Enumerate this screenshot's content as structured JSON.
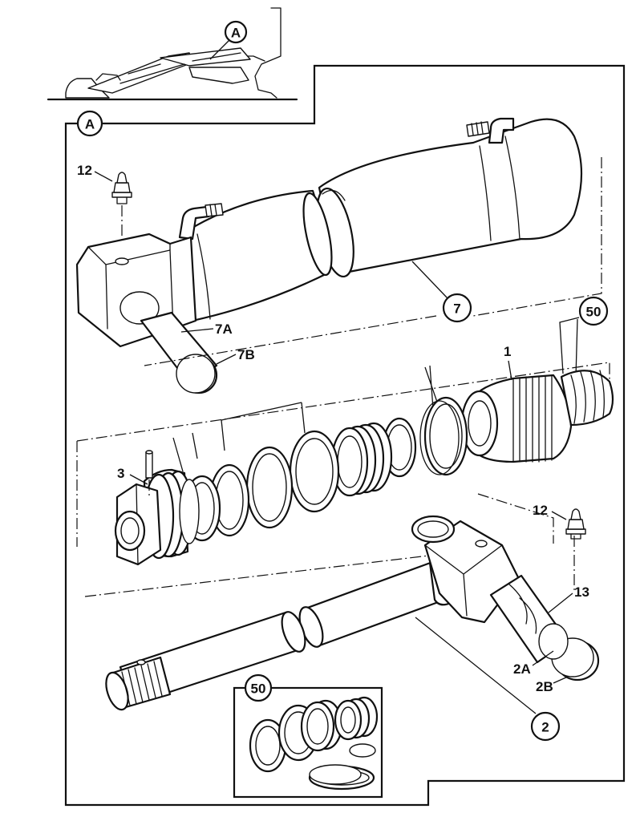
{
  "diagram": {
    "view_callout": "A",
    "detail_callout": "A",
    "labels": {
      "grease_nipple_top": "12",
      "grease_nipple_rod": "12",
      "cylinder_tube": "7",
      "bush_7a": "7A",
      "seal_7b": "7B",
      "seal_kit_top": "50",
      "seal_kit_box": "50",
      "piston": "1",
      "pin": "3",
      "rod": "2",
      "seal_13": "13",
      "bush_2a": "2A",
      "seal_2b": "2B"
    }
  }
}
